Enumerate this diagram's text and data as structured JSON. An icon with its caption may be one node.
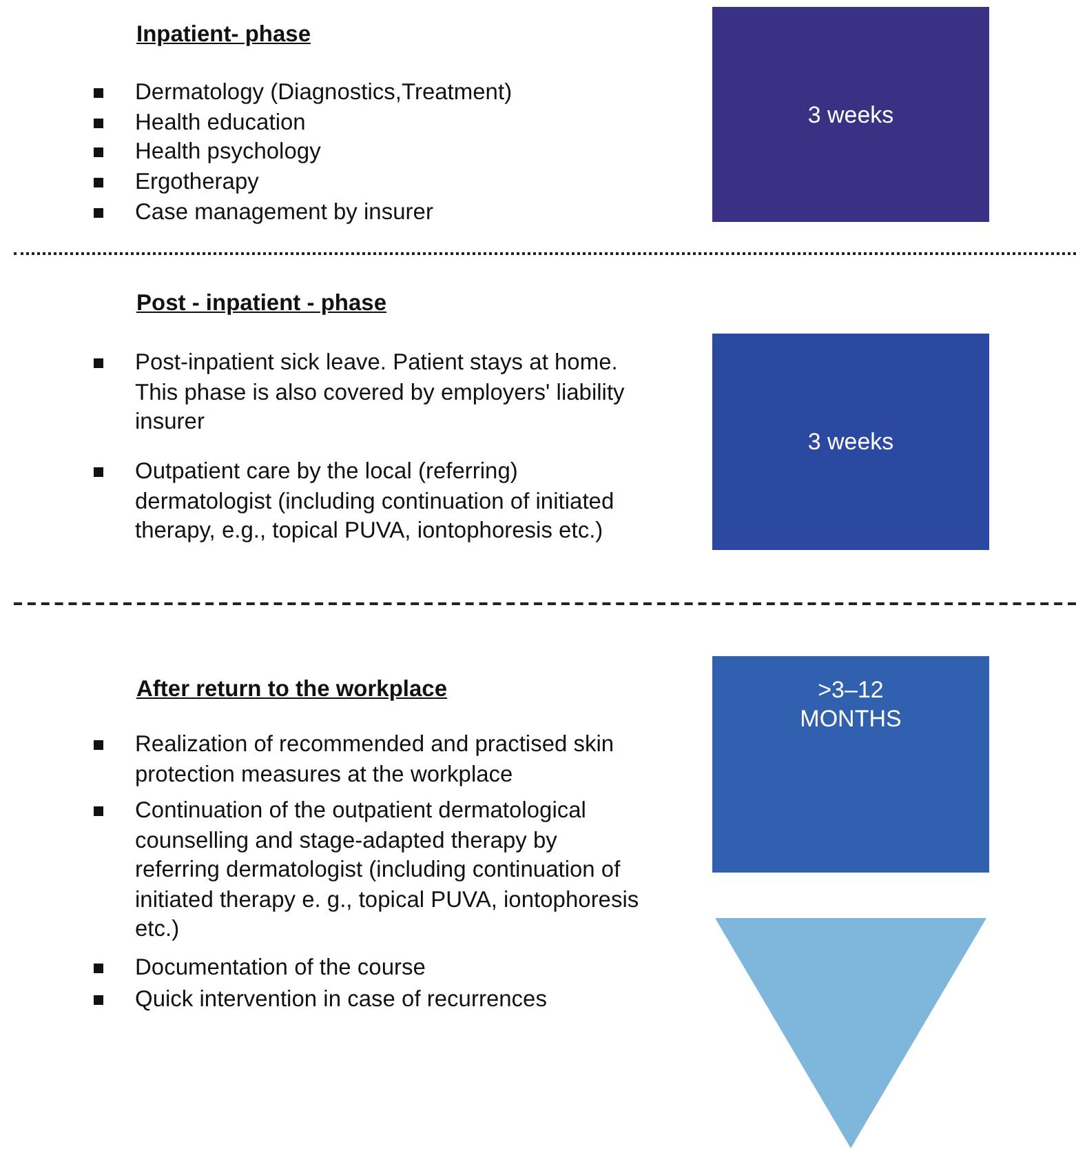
{
  "diagram": {
    "nodes": [
      {
        "text": [
          "3 weeks"
        ]
      },
      {
        "text": [
          "3 weeks"
        ]
      },
      {
        "text": [
          ">3–12 MONTHS"
        ]
      },
      {
        "text": [],
        "shape": "triangle"
      }
    ],
    "labels": [
      "Inpatient- phase",
      "Dermatology (Diagnostics,Treatment)",
      "Health education",
      "Health psychology",
      "Ergotherapy",
      "Case management by insurer",
      "Post - inpatient - phase",
      "Post-inpatient sick leave. Patient stays at home. This phase is also covered by employers' liability insurer",
      "Outpatient care by the local (referring) dermatologist (including continuation of initiated therapy, e.g., topical PUVA, iontophoresis etc.)",
      "After return to the workplace",
      "Realization of recommended and practised skin protection measures at the workplace",
      "Continuation of the outpatient dermatological counselling and stage-adapted therapy by referring dermatologist (including continuation of initiated therapy e. g., topical PUVA, iontophoresis etc.)",
      "Documentation of the course",
      "Quick intervention in case of recurrences"
    ]
  }
}
